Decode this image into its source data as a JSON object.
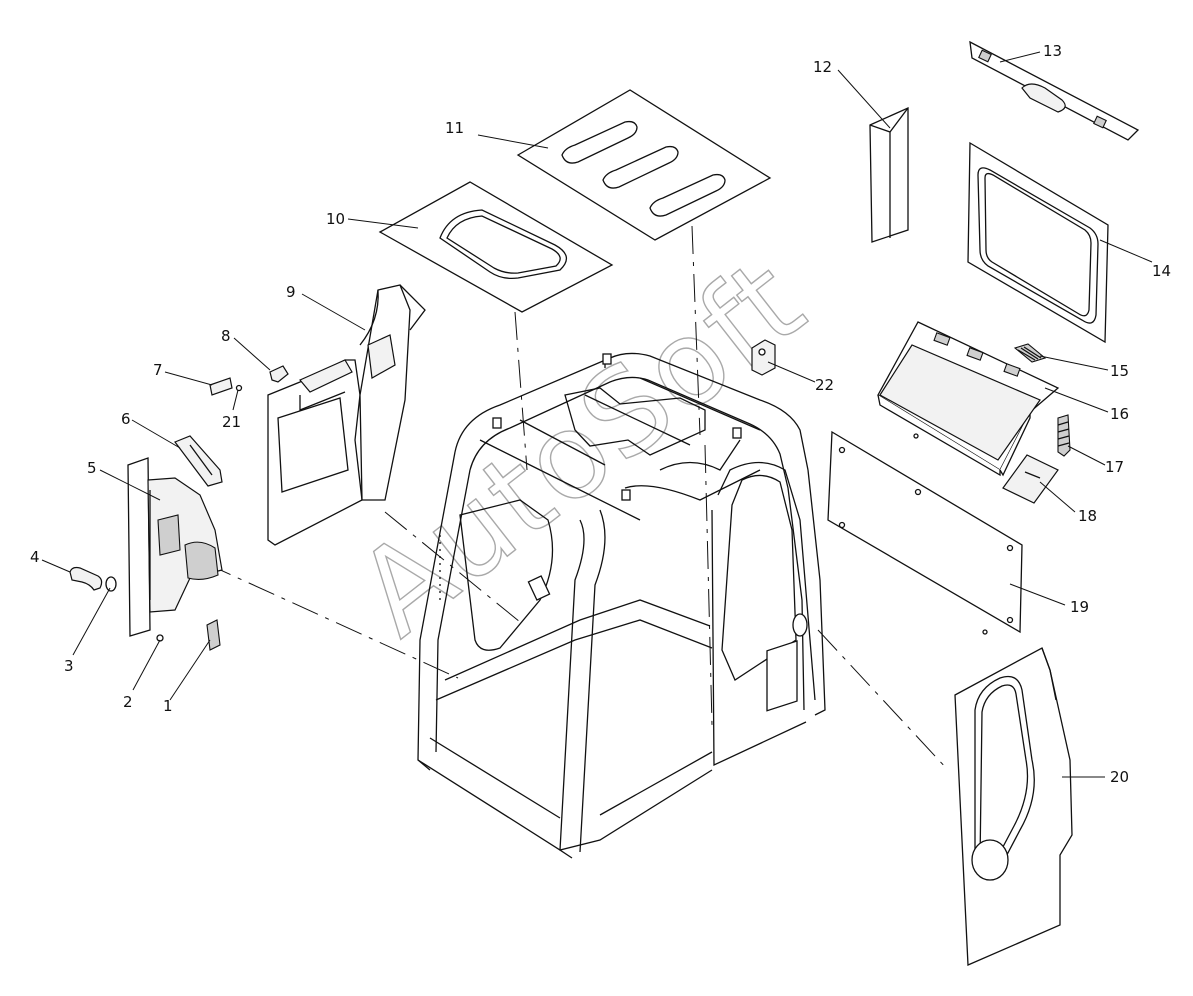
{
  "watermark": "AutoSoft",
  "callouts": [
    {
      "id": "c1",
      "text": "1"
    },
    {
      "id": "c2",
      "text": "2"
    },
    {
      "id": "c3",
      "text": "3"
    },
    {
      "id": "c4",
      "text": "4"
    },
    {
      "id": "c5",
      "text": "5"
    },
    {
      "id": "c6",
      "text": "6"
    },
    {
      "id": "c7",
      "text": "7"
    },
    {
      "id": "c8",
      "text": "8"
    },
    {
      "id": "c9",
      "text": "9"
    },
    {
      "id": "c10",
      "text": "10"
    },
    {
      "id": "c11",
      "text": "11"
    },
    {
      "id": "c12",
      "text": "12"
    },
    {
      "id": "c13",
      "text": "13"
    },
    {
      "id": "c14",
      "text": "14"
    },
    {
      "id": "c15",
      "text": "15"
    },
    {
      "id": "c16",
      "text": "16"
    },
    {
      "id": "c17",
      "text": "17"
    },
    {
      "id": "c18",
      "text": "18"
    },
    {
      "id": "c19",
      "text": "19"
    },
    {
      "id": "c20",
      "text": "20"
    },
    {
      "id": "c21",
      "text": "21"
    },
    {
      "id": "c22",
      "text": "22"
    }
  ]
}
